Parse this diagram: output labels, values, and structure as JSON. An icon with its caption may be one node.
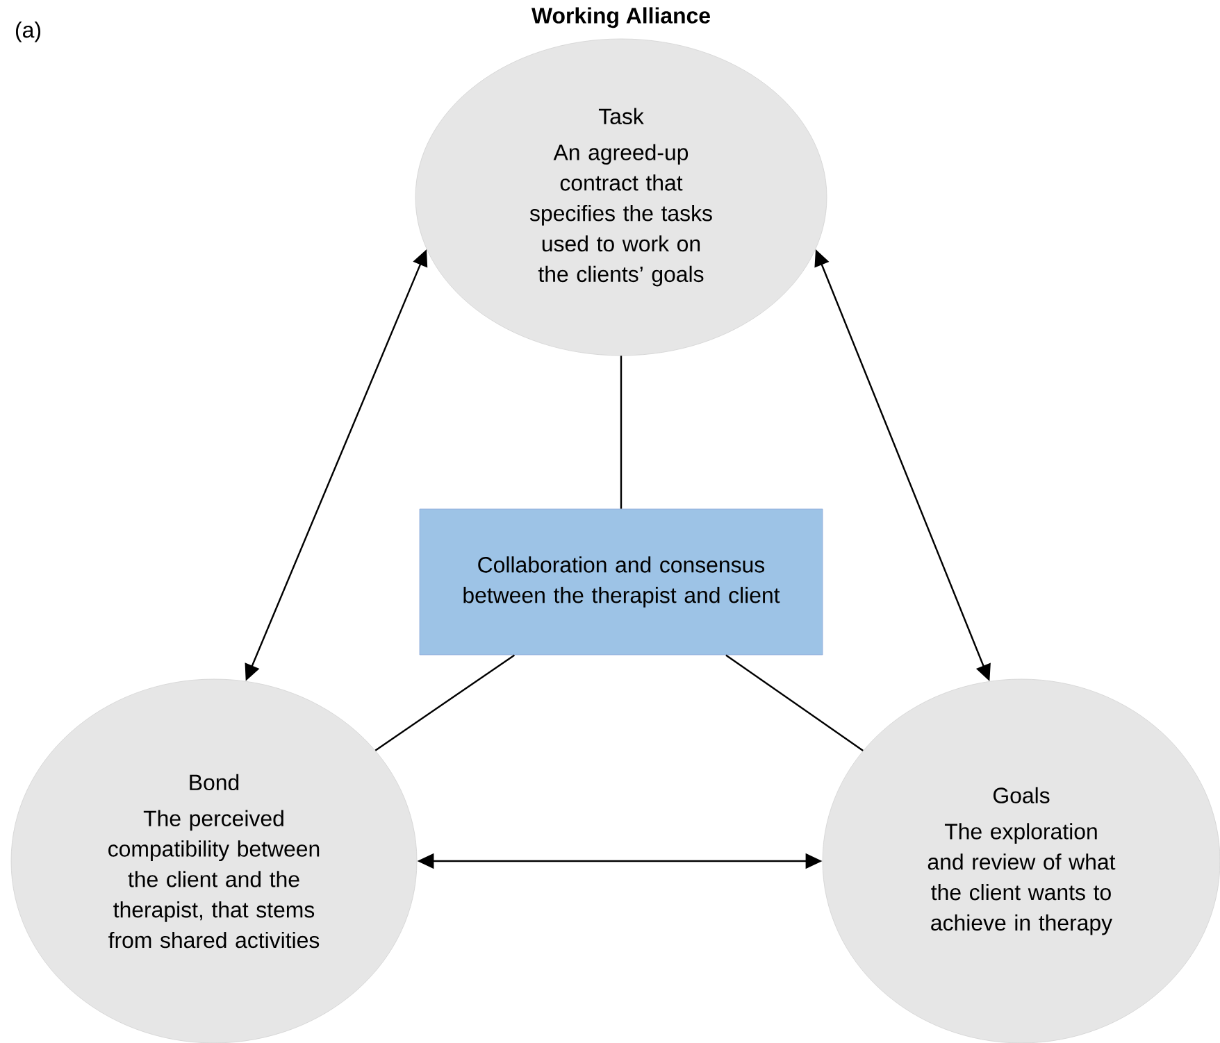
{
  "diagram": {
    "title": "Working Alliance",
    "nodes": [
      {
        "text": [
          "Task",
          "An agreed-up contract that specifies the tasks used to work on the clients’ goals"
        ]
      },
      {
        "text": [
          "Collaboration and consensus between the therapist and client"
        ]
      },
      {
        "text": [
          "Bond",
          "The perceived compatibility between the client and the therapist, that stems from shared activities"
        ]
      },
      {
        "text": [
          "Goals",
          "The exploration and review of what the client wants to achieve in therapy"
        ]
      }
    ],
    "edges": [
      {
        "from": 0,
        "to": 2,
        "arrow": "both"
      },
      {
        "from": 0,
        "to": 3,
        "arrow": "both"
      },
      {
        "from": 2,
        "to": 3,
        "arrow": "both"
      },
      {
        "from": 0,
        "to": 1,
        "arrow": "none"
      },
      {
        "from": 1,
        "to": 2,
        "arrow": "none"
      },
      {
        "from": 1,
        "to": 3,
        "arrow": "none"
      }
    ],
    "labels": [
      "(a)"
    ]
  }
}
